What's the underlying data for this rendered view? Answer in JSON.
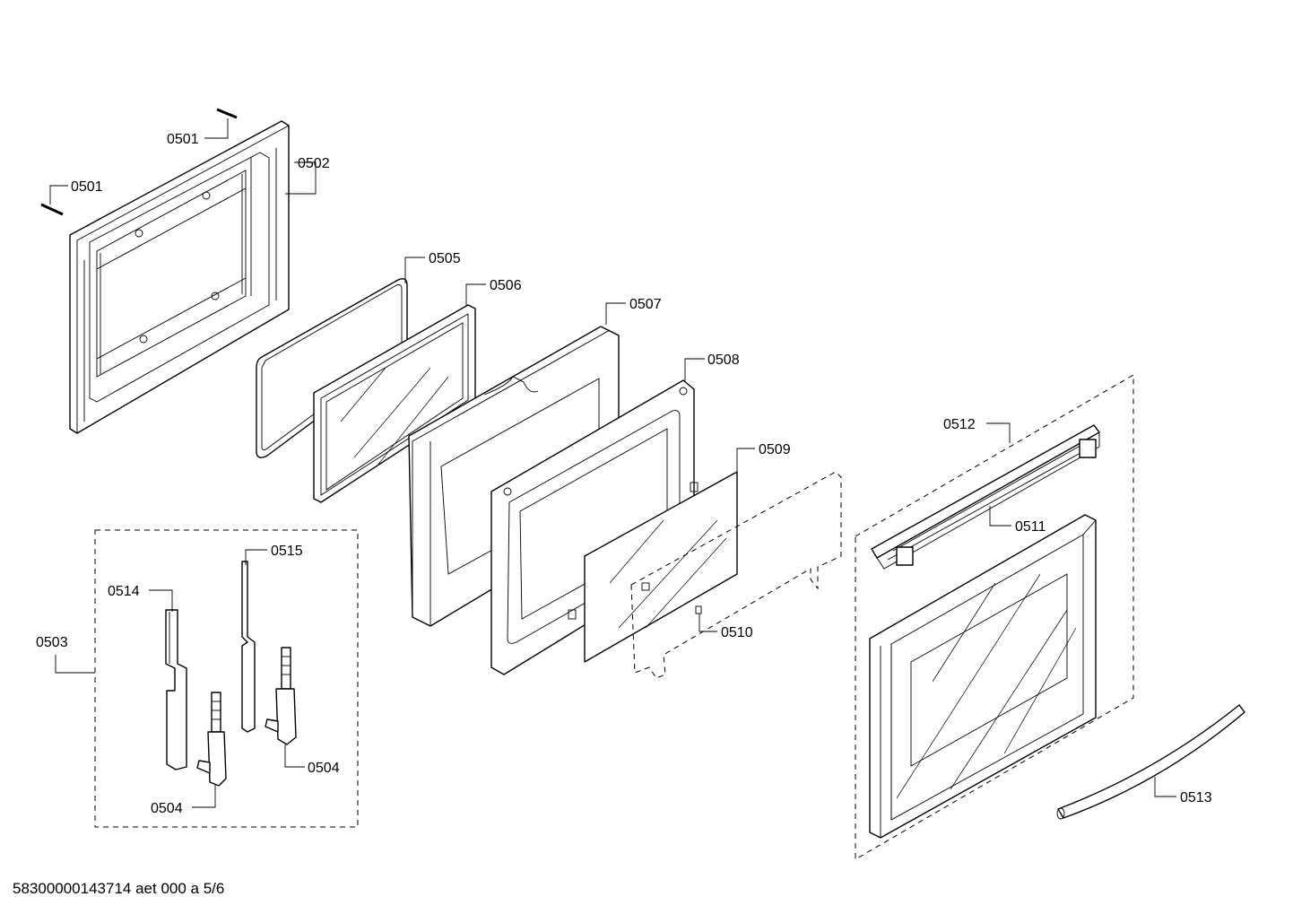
{
  "footer": {
    "text": "58300000143714 aet 000 a 5/6"
  },
  "labels": {
    "p0501a": "0501",
    "p0501b": "0501",
    "p0502": "0502",
    "p0503": "0503",
    "p0504a": "0504",
    "p0504b": "0504",
    "p0505": "0505",
    "p0506": "0506",
    "p0507": "0507",
    "p0508": "0508",
    "p0509": "0509",
    "p0510": "0510",
    "p0511": "0511",
    "p0512": "0512",
    "p0513": "0513",
    "p0514": "0514",
    "p0515": "0515"
  }
}
